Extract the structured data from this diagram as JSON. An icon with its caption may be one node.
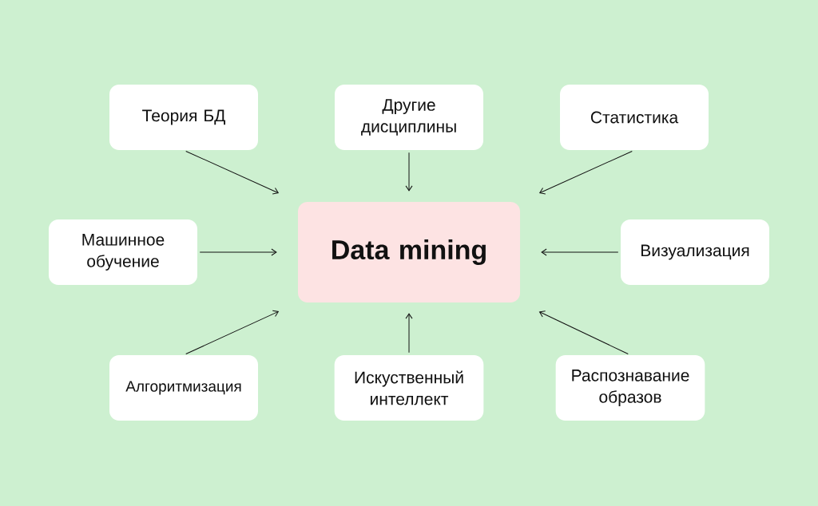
{
  "diagram": {
    "nodes": [
      {
        "text": [
          "Data mining"
        ]
      },
      {
        "text": [
          "Теория БД"
        ]
      },
      {
        "text": [
          "Другие дисциплины"
        ]
      },
      {
        "text": [
          "Статистика"
        ]
      },
      {
        "text": [
          "Машинное обучение"
        ]
      },
      {
        "text": [
          "Визуализация"
        ]
      },
      {
        "text": [
          "Алгоритмизация"
        ]
      },
      {
        "text": [
          "Искуственный интеллект"
        ]
      },
      {
        "text": [
          "Распознавание образов"
        ]
      }
    ],
    "edges": [
      {
        "from": 1,
        "to": 0,
        "arrow": "to"
      },
      {
        "from": 2,
        "to": 0,
        "arrow": "to"
      },
      {
        "from": 3,
        "to": 0,
        "arrow": "to"
      },
      {
        "from": 4,
        "to": 0,
        "arrow": "to"
      },
      {
        "from": 5,
        "to": 0,
        "arrow": "to"
      },
      {
        "from": 6,
        "to": 0,
        "arrow": "to"
      },
      {
        "from": 7,
        "to": 0,
        "arrow": "to"
      },
      {
        "from": 8,
        "to": 0,
        "arrow": "to"
      }
    ]
  }
}
